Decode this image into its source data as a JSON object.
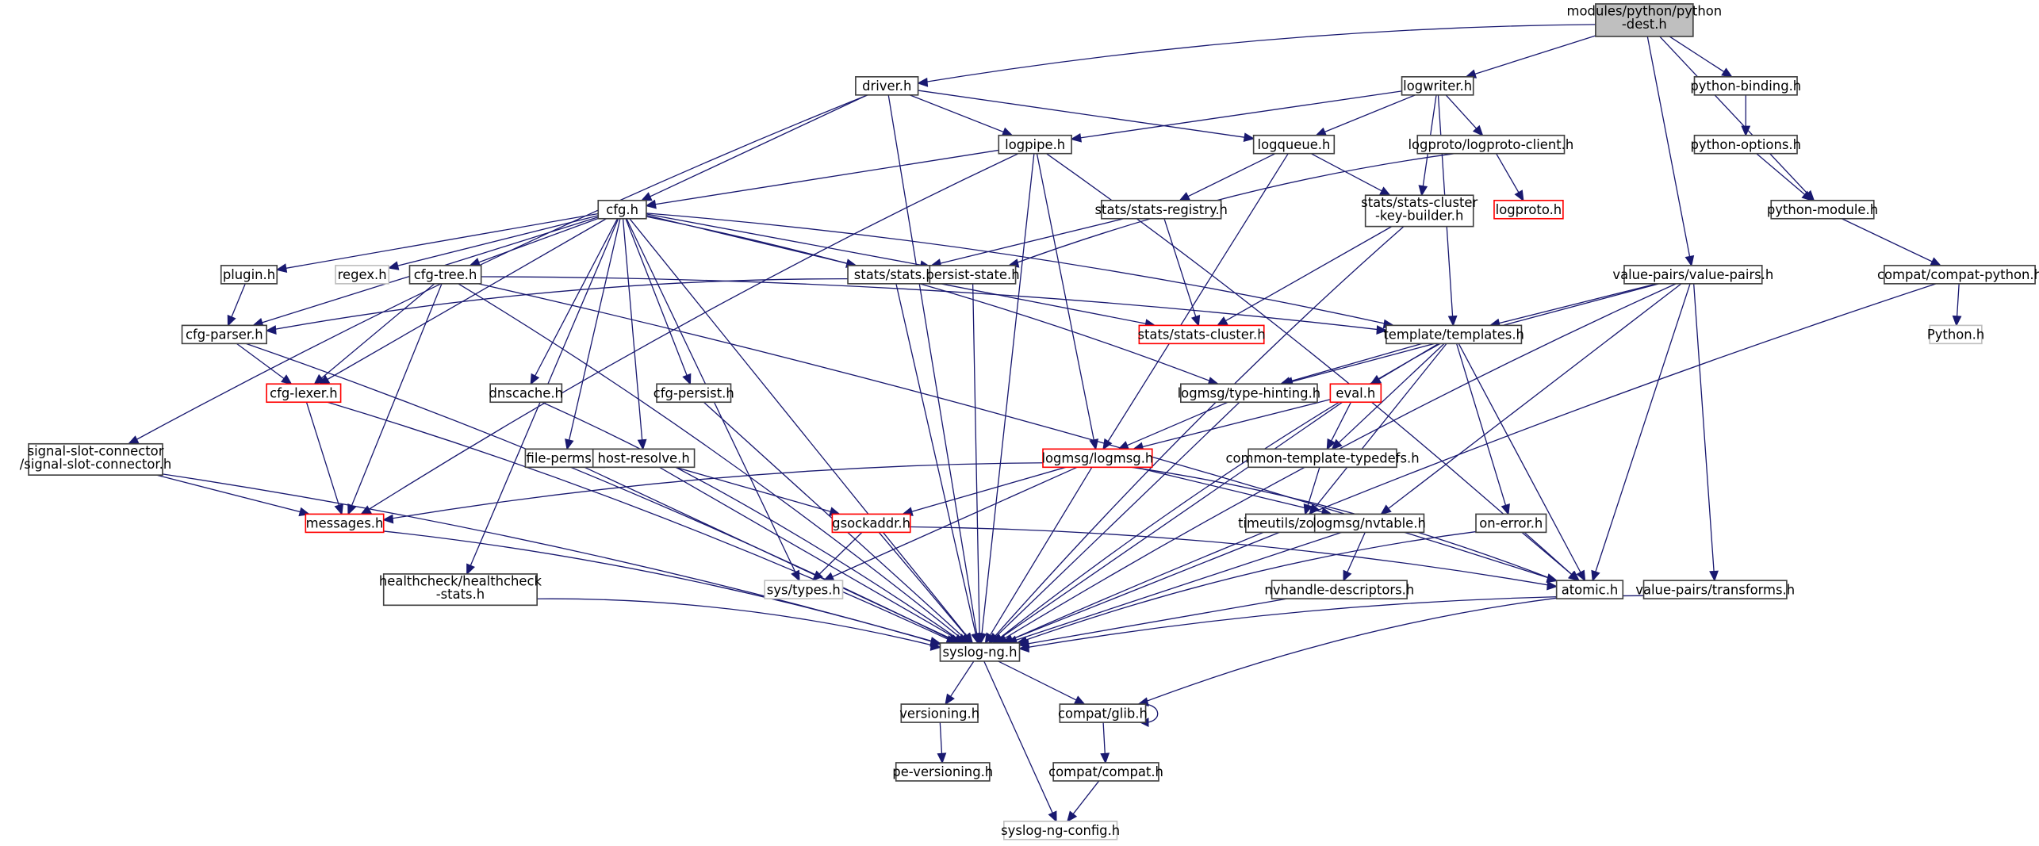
{
  "title": "modules/python/python-dest.h include dependency graph",
  "colors": {
    "edge": "#191970",
    "root_fill": "#bfbfbf",
    "missing_border": "#ff0000",
    "external_border": "#bfbfbf"
  },
  "nodes": [
    {
      "id": "root",
      "lines": [
        "modules/python/python",
        "-dest.h"
      ],
      "kind": "root"
    },
    {
      "id": "driver",
      "lines": [
        "driver.h"
      ],
      "kind": "normal"
    },
    {
      "id": "logwriter",
      "lines": [
        "logwriter.h"
      ],
      "kind": "normal"
    },
    {
      "id": "python_binding",
      "lines": [
        "python-binding.h"
      ],
      "kind": "normal"
    },
    {
      "id": "logpipe",
      "lines": [
        "logpipe.h"
      ],
      "kind": "normal"
    },
    {
      "id": "logqueue",
      "lines": [
        "logqueue.h"
      ],
      "kind": "normal"
    },
    {
      "id": "logproto_client",
      "lines": [
        "logproto/logproto-client.h"
      ],
      "kind": "normal"
    },
    {
      "id": "python_options",
      "lines": [
        "python-options.h"
      ],
      "kind": "normal"
    },
    {
      "id": "cfg",
      "lines": [
        "cfg.h"
      ],
      "kind": "normal"
    },
    {
      "id": "stats_registry",
      "lines": [
        "stats/stats-registry.h"
      ],
      "kind": "normal"
    },
    {
      "id": "stats_ckb",
      "lines": [
        "stats/stats-cluster",
        "-key-builder.h"
      ],
      "kind": "normal"
    },
    {
      "id": "logproto",
      "lines": [
        "logproto.h"
      ],
      "kind": "red"
    },
    {
      "id": "python_module",
      "lines": [
        "python-module.h"
      ],
      "kind": "normal"
    },
    {
      "id": "plugin",
      "lines": [
        "plugin.h"
      ],
      "kind": "normal"
    },
    {
      "id": "regex",
      "lines": [
        "regex.h"
      ],
      "kind": "gray"
    },
    {
      "id": "cfg_tree",
      "lines": [
        "cfg-tree.h"
      ],
      "kind": "normal"
    },
    {
      "id": "stats",
      "lines": [
        "stats/stats.h"
      ],
      "kind": "normal"
    },
    {
      "id": "persist_state",
      "lines": [
        "persist-state.h"
      ],
      "kind": "normal"
    },
    {
      "id": "value_pairs",
      "lines": [
        "value-pairs/value-pairs.h"
      ],
      "kind": "normal"
    },
    {
      "id": "compat_python",
      "lines": [
        "compat/compat-python.h"
      ],
      "kind": "normal"
    },
    {
      "id": "cfg_parser",
      "lines": [
        "cfg-parser.h"
      ],
      "kind": "normal"
    },
    {
      "id": "stats_cluster",
      "lines": [
        "stats/stats-cluster.h"
      ],
      "kind": "red"
    },
    {
      "id": "templates",
      "lines": [
        "template/templates.h"
      ],
      "kind": "normal"
    },
    {
      "id": "python_h",
      "lines": [
        "Python.h"
      ],
      "kind": "gray"
    },
    {
      "id": "cfg_lexer",
      "lines": [
        "cfg-lexer.h"
      ],
      "kind": "red"
    },
    {
      "id": "dnscache",
      "lines": [
        "dnscache.h"
      ],
      "kind": "normal"
    },
    {
      "id": "cfg_persist",
      "lines": [
        "cfg-persist.h"
      ],
      "kind": "normal"
    },
    {
      "id": "type_hinting",
      "lines": [
        "logmsg/type-hinting.h"
      ],
      "kind": "normal"
    },
    {
      "id": "eval",
      "lines": [
        "eval.h"
      ],
      "kind": "red"
    },
    {
      "id": "ssc",
      "lines": [
        "signal-slot-connector",
        "/signal-slot-connector.h"
      ],
      "kind": "normal"
    },
    {
      "id": "file_perms",
      "lines": [
        "file-perms.h"
      ],
      "kind": "normal"
    },
    {
      "id": "host_resolve",
      "lines": [
        "host-resolve.h"
      ],
      "kind": "normal"
    },
    {
      "id": "logmsg",
      "lines": [
        "logmsg/logmsg.h"
      ],
      "kind": "red"
    },
    {
      "id": "ctt",
      "lines": [
        "common-template-typedefs.h"
      ],
      "kind": "normal"
    },
    {
      "id": "messages",
      "lines": [
        "messages.h"
      ],
      "kind": "red"
    },
    {
      "id": "gsockaddr",
      "lines": [
        "gsockaddr.h"
      ],
      "kind": "red"
    },
    {
      "id": "zoneinfo",
      "lines": [
        "timeutils/zoneinfo.h"
      ],
      "kind": "normal"
    },
    {
      "id": "nvtable",
      "lines": [
        "logmsg/nvtable.h"
      ],
      "kind": "normal"
    },
    {
      "id": "on_error",
      "lines": [
        "on-error.h"
      ],
      "kind": "normal"
    },
    {
      "id": "healthcheck",
      "lines": [
        "healthcheck/healthcheck",
        "-stats.h"
      ],
      "kind": "normal"
    },
    {
      "id": "sys_types",
      "lines": [
        "sys/types.h"
      ],
      "kind": "gray"
    },
    {
      "id": "nvhandle",
      "lines": [
        "nvhandle-descriptors.h"
      ],
      "kind": "normal"
    },
    {
      "id": "atomic",
      "lines": [
        "atomic.h"
      ],
      "kind": "normal"
    },
    {
      "id": "vp_transforms",
      "lines": [
        "value-pairs/transforms.h"
      ],
      "kind": "normal"
    },
    {
      "id": "syslog_ng",
      "lines": [
        "syslog-ng.h"
      ],
      "kind": "normal"
    },
    {
      "id": "versioning",
      "lines": [
        "versioning.h"
      ],
      "kind": "normal"
    },
    {
      "id": "compat_glib",
      "lines": [
        "compat/glib.h"
      ],
      "kind": "normal"
    },
    {
      "id": "pe_versioning",
      "lines": [
        "pe-versioning.h"
      ],
      "kind": "normal"
    },
    {
      "id": "compat_compat",
      "lines": [
        "compat/compat.h"
      ],
      "kind": "normal"
    },
    {
      "id": "syslog_ng_config",
      "lines": [
        "syslog-ng-config.h"
      ],
      "kind": "gray"
    }
  ],
  "edges": [
    [
      "root",
      "driver"
    ],
    [
      "root",
      "logwriter"
    ],
    [
      "root",
      "python_binding"
    ],
    [
      "root",
      "python_module"
    ],
    [
      "root",
      "value_pairs"
    ],
    [
      "driver",
      "logpipe"
    ],
    [
      "driver",
      "logqueue"
    ],
    [
      "driver",
      "cfg"
    ],
    [
      "driver",
      "ssc"
    ],
    [
      "driver",
      "syslog_ng"
    ],
    [
      "logwriter",
      "logpipe"
    ],
    [
      "logwriter",
      "logqueue"
    ],
    [
      "logwriter",
      "logproto_client"
    ],
    [
      "logwriter",
      "stats_ckb"
    ],
    [
      "logwriter",
      "templates"
    ],
    [
      "python_binding",
      "python_options"
    ],
    [
      "python_options",
      "python_module"
    ],
    [
      "python_module",
      "compat_python"
    ],
    [
      "compat_python",
      "python_h"
    ],
    [
      "compat_python",
      "syslog_ng"
    ],
    [
      "logpipe",
      "cfg"
    ],
    [
      "logpipe",
      "logmsg"
    ],
    [
      "logpipe",
      "syslog_ng"
    ],
    [
      "logpipe",
      "messages"
    ],
    [
      "logpipe",
      "atomic"
    ],
    [
      "logqueue",
      "stats_registry"
    ],
    [
      "logqueue",
      "stats_ckb"
    ],
    [
      "logqueue",
      "logmsg"
    ],
    [
      "logproto_client",
      "logproto"
    ],
    [
      "logproto_client",
      "persist_state"
    ],
    [
      "stats_registry",
      "stats"
    ],
    [
      "stats_registry",
      "stats_cluster"
    ],
    [
      "stats_ckb",
      "stats_cluster"
    ],
    [
      "stats_ckb",
      "syslog_ng"
    ],
    [
      "cfg",
      "plugin"
    ],
    [
      "cfg",
      "regex"
    ],
    [
      "cfg",
      "cfg_tree"
    ],
    [
      "cfg",
      "stats"
    ],
    [
      "cfg",
      "persist_state"
    ],
    [
      "cfg",
      "cfg_parser"
    ],
    [
      "cfg",
      "cfg_lexer"
    ],
    [
      "cfg",
      "templates"
    ],
    [
      "cfg",
      "type_hinting"
    ],
    [
      "cfg",
      "dnscache"
    ],
    [
      "cfg",
      "cfg_persist"
    ],
    [
      "cfg",
      "file_perms"
    ],
    [
      "cfg",
      "host_resolve"
    ],
    [
      "cfg",
      "healthcheck"
    ],
    [
      "cfg",
      "sys_types"
    ],
    [
      "cfg",
      "syslog_ng"
    ],
    [
      "plugin",
      "cfg_parser"
    ],
    [
      "cfg_tree",
      "cfg_lexer"
    ],
    [
      "cfg_tree",
      "messages"
    ],
    [
      "cfg_tree",
      "templates"
    ],
    [
      "cfg_tree",
      "atomic"
    ],
    [
      "cfg_tree",
      "syslog_ng"
    ],
    [
      "stats",
      "stats_cluster"
    ],
    [
      "stats",
      "cfg_parser"
    ],
    [
      "stats",
      "syslog_ng"
    ],
    [
      "persist_state",
      "syslog_ng"
    ],
    [
      "value_pairs",
      "templates"
    ],
    [
      "value_pairs",
      "type_hinting"
    ],
    [
      "value_pairs",
      "nvtable"
    ],
    [
      "value_pairs",
      "atomic"
    ],
    [
      "value_pairs",
      "vp_transforms"
    ],
    [
      "value_pairs",
      "syslog_ng"
    ],
    [
      "cfg_parser",
      "cfg_lexer"
    ],
    [
      "cfg_parser",
      "syslog_ng"
    ],
    [
      "templates",
      "type_hinting"
    ],
    [
      "templates",
      "eval"
    ],
    [
      "templates",
      "ctt"
    ],
    [
      "templates",
      "zoneinfo"
    ],
    [
      "templates",
      "on_error"
    ],
    [
      "templates",
      "atomic"
    ],
    [
      "templates",
      "syslog_ng"
    ],
    [
      "cfg_lexer",
      "messages"
    ],
    [
      "cfg_lexer",
      "syslog_ng"
    ],
    [
      "dnscache",
      "syslog_ng"
    ],
    [
      "cfg_persist",
      "syslog_ng"
    ],
    [
      "type_hinting",
      "logmsg"
    ],
    [
      "type_hinting",
      "syslog_ng"
    ],
    [
      "eval",
      "logmsg"
    ],
    [
      "eval",
      "ctt"
    ],
    [
      "eval",
      "syslog_ng"
    ],
    [
      "ssc",
      "messages"
    ],
    [
      "ssc",
      "syslog_ng"
    ],
    [
      "file_perms",
      "syslog_ng"
    ],
    [
      "host_resolve",
      "gsockaddr"
    ],
    [
      "host_resolve",
      "syslog_ng"
    ],
    [
      "logmsg",
      "messages"
    ],
    [
      "logmsg",
      "gsockaddr"
    ],
    [
      "logmsg",
      "nvtable"
    ],
    [
      "logmsg",
      "sys_types"
    ],
    [
      "logmsg",
      "atomic"
    ],
    [
      "logmsg",
      "syslog_ng"
    ],
    [
      "ctt",
      "zoneinfo"
    ],
    [
      "messages",
      "syslog_ng"
    ],
    [
      "gsockaddr",
      "sys_types"
    ],
    [
      "gsockaddr",
      "atomic"
    ],
    [
      "gsockaddr",
      "syslog_ng"
    ],
    [
      "zoneinfo",
      "syslog_ng"
    ],
    [
      "nvtable",
      "nvhandle"
    ],
    [
      "nvtable",
      "syslog_ng"
    ],
    [
      "on_error",
      "atomic"
    ],
    [
      "on_error",
      "syslog_ng"
    ],
    [
      "healthcheck",
      "syslog_ng"
    ],
    [
      "nvhandle",
      "syslog_ng"
    ],
    [
      "atomic",
      "compat_glib"
    ],
    [
      "vp_transforms",
      "syslog_ng"
    ],
    [
      "syslog_ng",
      "versioning"
    ],
    [
      "syslog_ng",
      "compat_glib"
    ],
    [
      "syslog_ng",
      "syslog_ng_config"
    ],
    [
      "versioning",
      "pe_versioning"
    ],
    [
      "compat_glib",
      "compat_glib"
    ],
    [
      "compat_glib",
      "compat_compat"
    ],
    [
      "compat_compat",
      "syslog_ng_config"
    ]
  ]
}
